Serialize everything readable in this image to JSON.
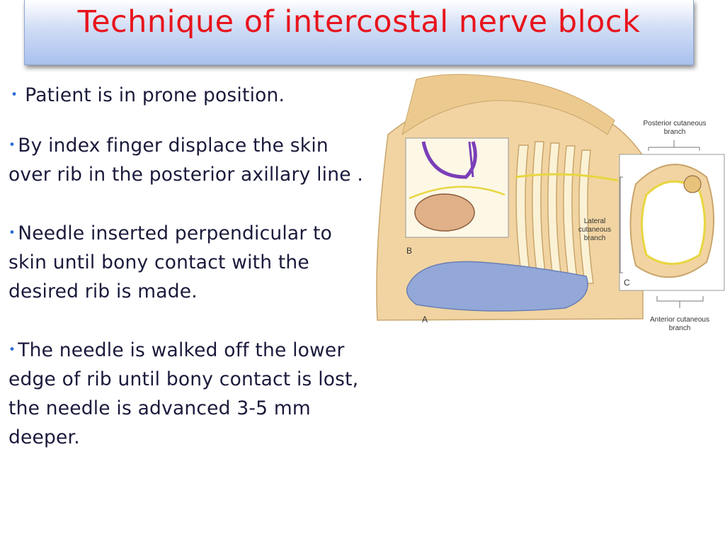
{
  "slide": {
    "title": "Technique of intercostal nerve block",
    "bullets": [
      "Patient is in prone position.",
      "By index finger displace the skin over rib in the posterior axillary line .",
      "Needle inserted perpendicular to skin until bony contact with the desired rib is made.",
      "The needle is walked off the lower edge of rib until bony contact is lost, the needle is advanced 3-5 mm deeper."
    ],
    "bullet_symbol": "•"
  },
  "figure": {
    "labels": {
      "posterior_line1": "Posterior cutaneous",
      "posterior_line2": "branch",
      "lateral_line1": "Lateral",
      "lateral_line2": "cutaneous",
      "lateral_line3": "branch",
      "anterior_line1": "Anterior cutaneous",
      "anterior_line2": "branch",
      "panel_a": "A",
      "panel_b": "B",
      "panel_c": "C"
    }
  },
  "colors": {
    "title": "#e8141c",
    "bullet_text": "#1a1a3c",
    "bullet_dot": "#2f6fd6",
    "skin": "#f1d4a2",
    "nerve": "#e8d640",
    "drape": "#93a8d8"
  }
}
